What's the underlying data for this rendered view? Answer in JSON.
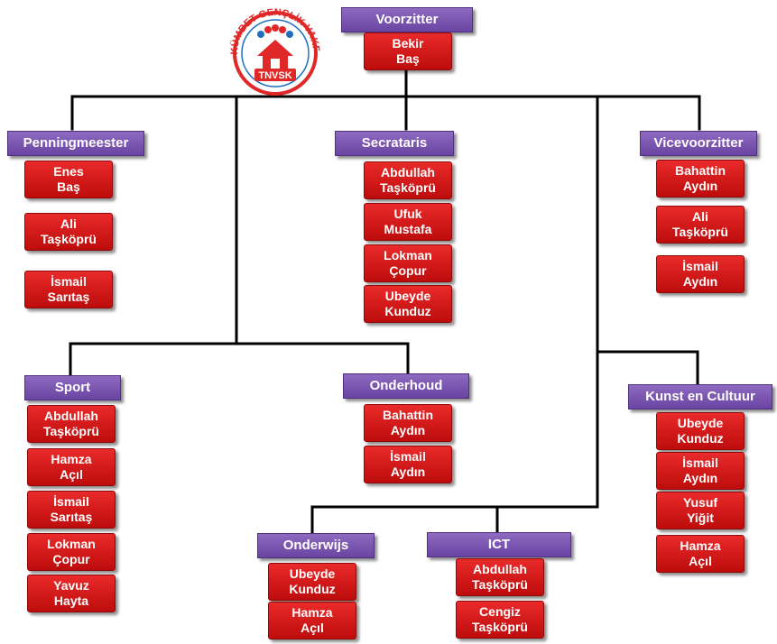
{
  "logo": {
    "arc_text": "KÜMBET GENÇLİK VAKFI",
    "initials": "TNVSK"
  },
  "groups": [
    {
      "key": "voorzitter",
      "title": "Voorzitter",
      "members": [
        [
          "Bekir",
          "Baş"
        ]
      ]
    },
    {
      "key": "penningmeester",
      "title": "Penningmeester",
      "members": [
        [
          "Enes",
          "Baş"
        ],
        [
          "Ali",
          "Taşköprü"
        ],
        [
          "İsmail",
          "Sarıtaş"
        ]
      ]
    },
    {
      "key": "secrataris",
      "title": "Secrataris",
      "members": [
        [
          "Abdullah",
          "Taşköprü"
        ],
        [
          "Ufuk",
          "Mustafa"
        ],
        [
          "Lokman",
          "Çopur"
        ],
        [
          "Ubeyde",
          "Kunduz"
        ]
      ]
    },
    {
      "key": "vicevoorzitter",
      "title": "Vicevoorzitter",
      "members": [
        [
          "Bahattin",
          "Aydın"
        ],
        [
          "Ali",
          "Taşköprü"
        ],
        [
          "İsmail",
          "Aydın"
        ]
      ]
    },
    {
      "key": "sport",
      "title": "Sport",
      "members": [
        [
          "Abdullah",
          "Taşköprü"
        ],
        [
          "Hamza",
          "Açıl"
        ],
        [
          "İsmail",
          "Sarıtaş"
        ],
        [
          "Lokman",
          "Çopur"
        ],
        [
          "Yavuz",
          "Hayta"
        ]
      ]
    },
    {
      "key": "onderhoud",
      "title": "Onderhoud",
      "members": [
        [
          "Bahattin",
          "Aydın"
        ],
        [
          "İsmail",
          "Aydın"
        ]
      ]
    },
    {
      "key": "kunst",
      "title": "Kunst en Cultuur",
      "members": [
        [
          "Ubeyde",
          "Kunduz"
        ],
        [
          "İsmail",
          "Aydın"
        ],
        [
          "Yusuf",
          "Yiğit"
        ],
        [
          "Hamza",
          "Açıl"
        ]
      ]
    },
    {
      "key": "onderwijs",
      "title": "Onderwijs",
      "members": [
        [
          "Ubeyde",
          "Kunduz"
        ],
        [
          "Hamza",
          "Açıl"
        ]
      ]
    },
    {
      "key": "ict",
      "title": "ICT",
      "members": [
        [
          "Abdullah",
          "Taşköprü"
        ],
        [
          "Cengiz",
          "Taşköprü"
        ]
      ]
    }
  ]
}
